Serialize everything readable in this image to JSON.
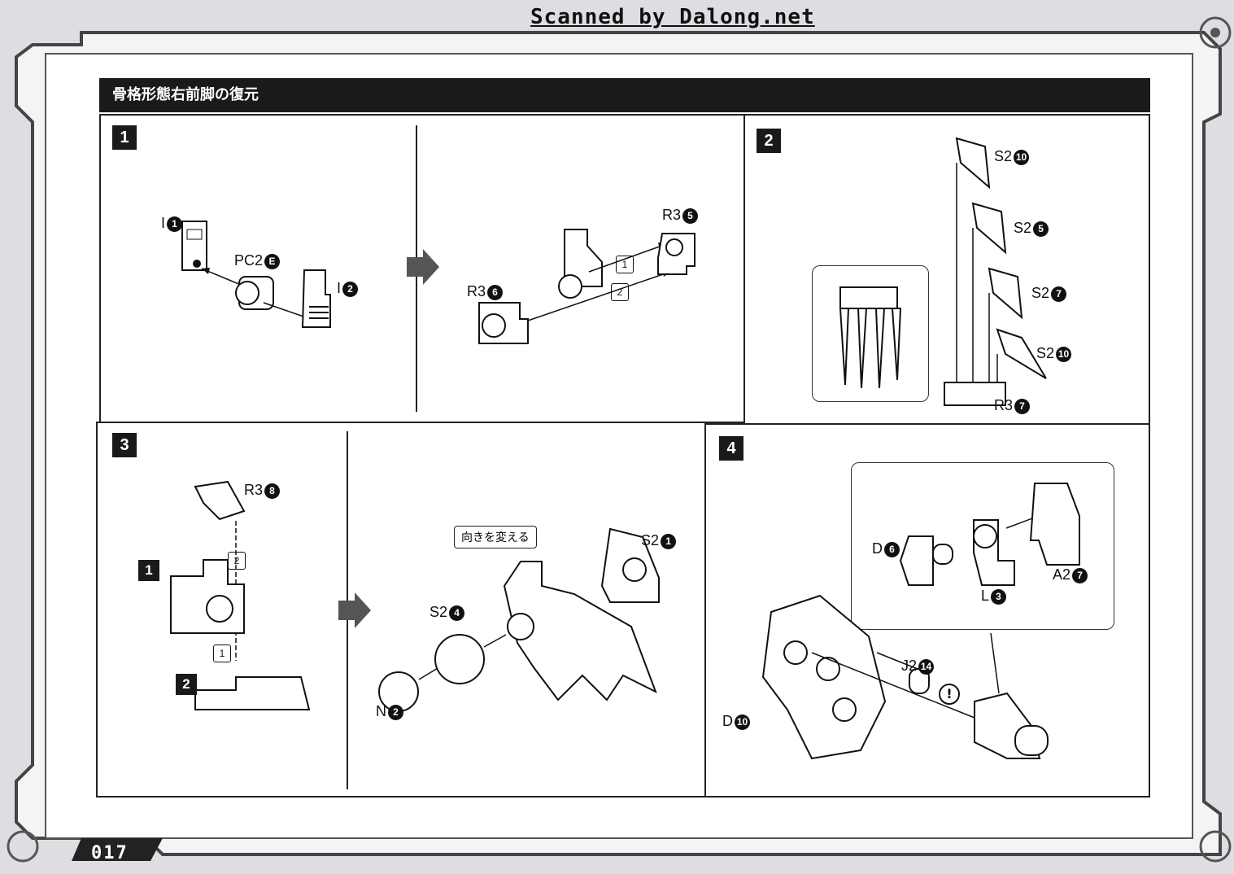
{
  "watermark": "Scanned by Dalong.net",
  "section_title": "骨格形態右前脚の復元",
  "page_number": "017",
  "steps": [
    {
      "number": "1"
    },
    {
      "number": "2"
    },
    {
      "number": "3"
    },
    {
      "number": "4"
    }
  ],
  "step1": {
    "left": {
      "labels": [
        {
          "part": "I",
          "num": "1"
        },
        {
          "part": "PC2",
          "num": "E"
        },
        {
          "part": "I",
          "num": "2"
        }
      ]
    },
    "right": {
      "labels": [
        {
          "part": "R3",
          "num": "5"
        },
        {
          "part": "R3",
          "num": "6"
        }
      ],
      "order": [
        "1",
        "2"
      ]
    }
  },
  "step2": {
    "labels": [
      {
        "part": "S2",
        "num": "10"
      },
      {
        "part": "S2",
        "num": "5"
      },
      {
        "part": "S2",
        "num": "7"
      },
      {
        "part": "S2",
        "num": "10"
      },
      {
        "part": "R3",
        "num": "7"
      }
    ]
  },
  "step3": {
    "left": {
      "labels": [
        {
          "part": "R3",
          "num": "8"
        }
      ],
      "sub_badges": [
        "1",
        "2"
      ],
      "order": [
        "2",
        "1"
      ]
    },
    "right": {
      "note": "向きを変える",
      "labels": [
        {
          "part": "S2",
          "num": "1"
        },
        {
          "part": "S2",
          "num": "4"
        },
        {
          "part": "N",
          "num": "2"
        }
      ]
    }
  },
  "step4": {
    "inset_labels": [
      {
        "part": "D",
        "num": "6"
      },
      {
        "part": "L",
        "num": "3"
      },
      {
        "part": "A2",
        "num": "7"
      }
    ],
    "labels": [
      {
        "part": "J2",
        "num": "14"
      },
      {
        "part": "D",
        "num": "10"
      }
    ],
    "caution_icon": "!"
  }
}
